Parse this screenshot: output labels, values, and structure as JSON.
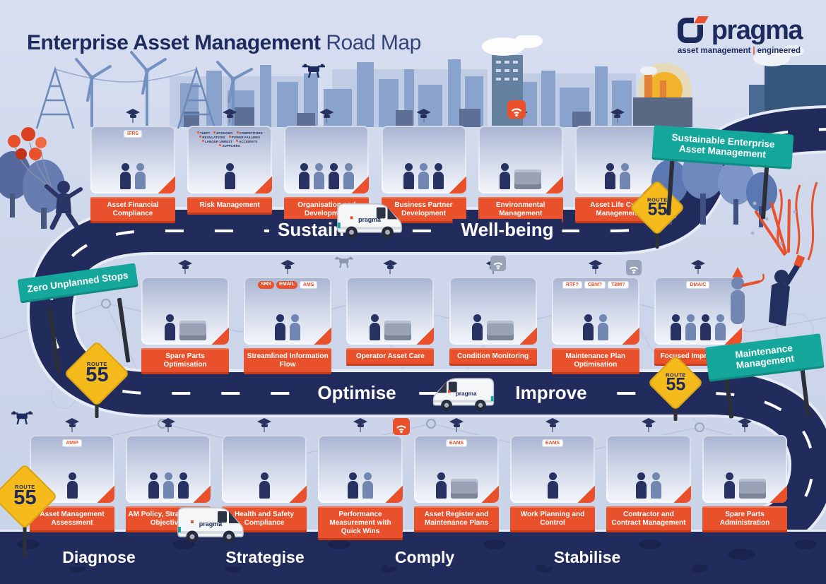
{
  "title": {
    "bold": "Enterprise Asset Management",
    "light": "Road Map"
  },
  "logo": {
    "name": "pragma",
    "tagline_left": "asset management",
    "tagline_sep": "|",
    "tagline_right": "engineered"
  },
  "colors": {
    "navy": "#1c2a5e",
    "road": "#222c5c",
    "orange": "#e8512c",
    "teal": "#16a79c",
    "yellow": "#f5bb1d"
  },
  "signs": {
    "sustainable": "Sustainable Enterprise Asset Management",
    "zero": "Zero Unplanned Stops",
    "maintenance": "Maintenance Management"
  },
  "route_sign": {
    "top": "ROUTE",
    "number": "55"
  },
  "roads": {
    "sustain": [
      "Sustain",
      "Well-being"
    ],
    "optimise": [
      "Optimise",
      "Improve"
    ],
    "diagnose": [
      "Diagnose",
      "Strategise",
      "Comply",
      "Stabilise"
    ]
  },
  "van_label": "pragma",
  "rows": {
    "top": {
      "stations": [
        {
          "label": "Asset Financial Compliance",
          "chips": [
            "IFRS"
          ],
          "figures": 2
        },
        {
          "label": "Risk Management",
          "figures": 1,
          "board_words": [
            "THEFT",
            "ECONOMY",
            "COMPETITORS",
            "REGULATIONS",
            "POWER FAILURES",
            "LABOUR UNREST",
            "ACCIDENTS",
            "SUPPLIERS"
          ]
        },
        {
          "label": "Organisation and Development",
          "figures": 4
        },
        {
          "label": "Business Partner Development",
          "figures": 3
        },
        {
          "label": "Environmental Management",
          "figures": 1,
          "block": true
        },
        {
          "label": "Asset Life Cycle Management",
          "figures": 2
        }
      ]
    },
    "middle": {
      "stations": [
        {
          "label": "Spare Parts Optimisation",
          "figures": 1,
          "block": true
        },
        {
          "label": "Streamlined Information Flow",
          "chips": [
            "SMS",
            "EMAIL",
            "AMS"
          ],
          "figures": 2
        },
        {
          "label": "Operator Asset Care",
          "figures": 1,
          "block": true
        },
        {
          "label": "Condition Monitoring",
          "figures": 1,
          "block": true
        },
        {
          "label": "Maintenance Plan Optimisation",
          "chips": [
            "RTF?",
            "CBM?",
            "TBM?"
          ],
          "figures": 2
        },
        {
          "label": "Focused Improvement",
          "chips": [
            "DMAIC"
          ],
          "figures": 4
        }
      ]
    },
    "bottom": {
      "stations": [
        {
          "label": "Asset Management Assessment",
          "chips": [
            "AMIP"
          ],
          "figures": 1
        },
        {
          "label": "AM Policy, Strategy and Objectives",
          "figures": 3
        },
        {
          "label": "Health and Safety Compliance",
          "figures": 1
        },
        {
          "label": "Performance Measurement with Quick Wins",
          "figures": 2
        },
        {
          "label": "Asset Register and Maintenance Plans",
          "chips": [
            "EAMS"
          ],
          "figures": 1,
          "block": true
        },
        {
          "label": "Work Planning and Control",
          "chips": [
            "EAMS"
          ],
          "figures": 1
        },
        {
          "label": "Contractor and Contract Management",
          "figures": 2
        },
        {
          "label": "Spare Parts Administration",
          "figures": 1,
          "block": true
        }
      ]
    }
  }
}
